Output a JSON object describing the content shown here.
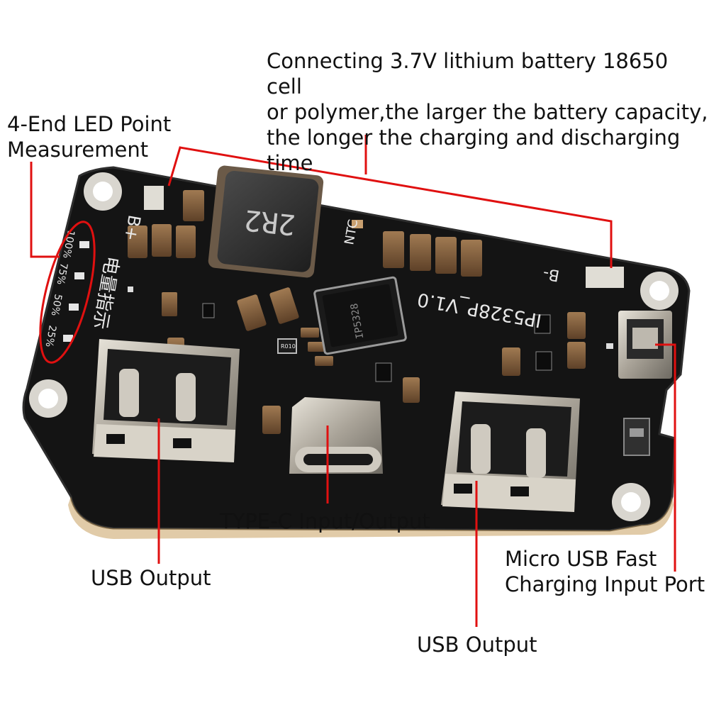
{
  "annotations": {
    "battery_note": "Connecting 3.7V lithium battery 18650 cell\nor polymer,the larger the battery capacity,\nthe longer the charging and discharging\ntime",
    "led_measurement": "4-End LED Point\nMeasurement",
    "usb_output_left": "USB Output",
    "typec_io": "TYPE-C Input/Output",
    "micro_usb_input": "Micro USB Fast\nCharging Input Port",
    "usb_output_right": "USB Output"
  },
  "board_silkscreen": {
    "battery_plus": "B+",
    "battery_minus": "B-",
    "inductor_marking": "2R2",
    "ntc": "NTC",
    "model": "IP5328P_V1.0",
    "chip_marking": "IP5328",
    "led_100": "100%",
    "led_75": "75%",
    "led_50": "50%",
    "led_25": "25%",
    "chinese_label": "电量指示",
    "resistor_marking": "R010"
  },
  "colors": {
    "pcb": "#141414",
    "annotation_line": "#e01010",
    "metal": "#b9b4aa"
  }
}
